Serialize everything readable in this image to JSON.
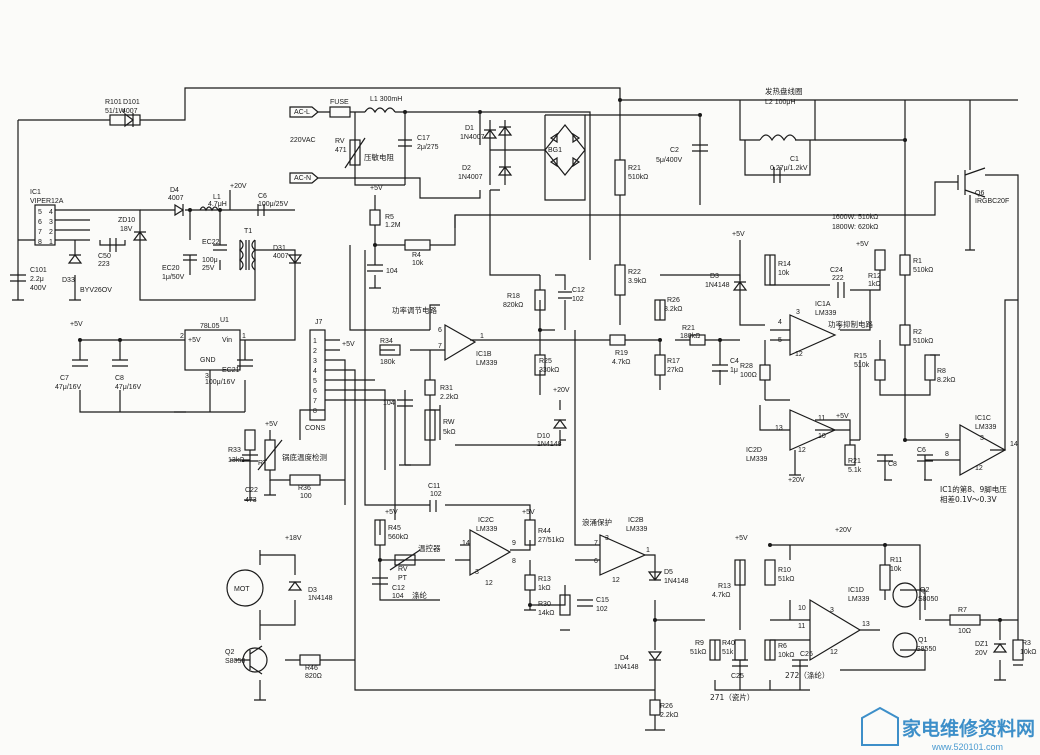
{
  "diagram": {
    "input": {
      "ac_l": "AC-L",
      "ac_n": "AC-N",
      "fuse": "FUSE",
      "vac": "220VAC",
      "l1": "L1 300mH",
      "rv_name": "RV",
      "rv_val": "471",
      "varistor": "压敏电阻",
      "c17_name": "C17",
      "c17_val": "2μ/275",
      "d1_name": "D1",
      "d1_val": "1N4007",
      "d2_name": "D2",
      "d2_val": "1N4007",
      "bg1": "BG1",
      "c2_name": "C2",
      "c2_val": "5μ/400V",
      "r21_name": "R21",
      "r21_val": "510kΩ",
      "r22_name": "R22",
      "r22_val": "3.9kΩ"
    },
    "coil": {
      "title": "发热盘线圈",
      "l2": "L2  100μH",
      "c1_name": "C1",
      "c1_val": "0.27μ/1.2kV",
      "q6_name": "Q6",
      "q6_val": "IRGBC20F",
      "power_note1": "1600W: 510kΩ",
      "power_note2": "1800W: 620kΩ"
    },
    "psu": {
      "r101_name": "R101",
      "r101_val": "51/1W",
      "d101_name": "D101",
      "d101_val": "4007",
      "ic1_name": "IC1",
      "ic1_val": "VIPER12A",
      "pins": [
        "5",
        "6",
        "7",
        "8",
        "4",
        "3",
        "2",
        "1"
      ],
      "c101_name": "C101",
      "c101_val": "2.2μ",
      "c101_v": "400V",
      "d33_name": "D33",
      "d33_val": "BYV26OV",
      "c50_name": "C50",
      "c50_val": "223",
      "zd10_name": "ZD10",
      "zd10_val": "18V",
      "d4_name": "D4",
      "d4_val": "4007",
      "l1_name": "L1",
      "l1_val": "4.7μH",
      "plus20": "+20V",
      "c6_name": "C6",
      "c6_val": "100μ/25V",
      "ec20_name": "EC20",
      "ec20_val": "1μ/50V",
      "ec22_name": "EC22",
      "ec22_val": "100μ",
      "ec22_v": "25V",
      "t1": "T1",
      "d31_name": "D31",
      "d31_val": "4007",
      "u1": "U1",
      "reg": "78L05",
      "reg_in": "+5V",
      "reg_vin": "Vin",
      "reg_gnd": "GND",
      "reg_p2": "2",
      "reg_p3": "3",
      "reg_p1": "1",
      "plus5": "+5V",
      "c7_name": "C7",
      "c7_val": "47μ/16V",
      "c8_name": "C8",
      "c8_val": "47μ/16V",
      "ec21_name": "EC21",
      "ec21_val": "100μ/16V"
    },
    "connector": {
      "j7": "J7",
      "pins": [
        "1",
        "2",
        "3",
        "4",
        "5",
        "6",
        "7",
        "8"
      ],
      "cons": "CONS",
      "plus5": "+5V"
    },
    "temp": {
      "plus5": "+5V",
      "r33_name": "R33",
      "r33_val": "13kΩ",
      "rt": "RT",
      "rt_label": "锅底温度检测",
      "r36_name": "R36",
      "r36_val": "100",
      "c22_name": "C22",
      "c22_val": "473"
    },
    "fan": {
      "plus18": "+18V",
      "mot": "MOT",
      "d3_name": "D3",
      "d3_val": "1N4148",
      "q2_name": "Q2",
      "q2_val": "S8050",
      "r46_name": "R46",
      "r46_val": "820Ω"
    },
    "power_adj": {
      "plus5": "+5V",
      "r5_name": "R5",
      "r5_val": "1.2M",
      "r4_name": "R4",
      "r4_val": "10k",
      "c104": "104",
      "label": "功率调节电路",
      "r34_name": "R34",
      "r34_val": "180k",
      "ic1b_name": "IC1B",
      "ic1b_val": "LM339",
      "r31_name": "R31",
      "r31_val": "2.2kΩ",
      "rw_name": "RW",
      "rw_val": "5kΩ",
      "c104b": "104",
      "p6": "6",
      "p7": "7",
      "p1": "1"
    },
    "mid": {
      "r18_name": "R18",
      "r18_val": "820kΩ",
      "c12_name": "C12",
      "c12_val": "102",
      "r25_name": "R25",
      "r25_val": "330kΩ",
      "plus20": "+20V",
      "d10_name": "D10",
      "d10_val": "1N4148",
      "r19_name": "R19",
      "r19_val": "4.7kΩ",
      "r26_name": "R26",
      "r26_val": "8.2kΩ",
      "r21b_name": "R21",
      "r21b_val": "180kΩ",
      "r17_name": "R17",
      "r17_val": "27kΩ",
      "c4_name": "C4",
      "c4_val": "1μ"
    },
    "suppress": {
      "plus5": "+5V",
      "d3_name": "D3",
      "d3_val": "1N4148",
      "r14_name": "R14",
      "r14_val": "10k",
      "c24_name": "C24",
      "c24_val": "222",
      "ic1a_name": "IC1A",
      "ic1a_val": "LM339",
      "label": "功率抑制电路",
      "r28_name": "R28",
      "r28_val": "100Ω",
      "plus5b": "+5V",
      "r12_name": "R12",
      "r12_val": "1kΩ",
      "r1_name": "R1",
      "r1_val": "510kΩ",
      "r2_name": "R2",
      "r2_val": "510kΩ",
      "r15_name": "R15",
      "r15_val": "510k",
      "r8_name": "R8",
      "r8_val": "8.2kΩ",
      "p4": "4",
      "p5": "5",
      "p3": "3",
      "p2": "2",
      "p12": "12"
    },
    "ic1d_low": {
      "name": "IC2D",
      "val": "LM339",
      "plus5": "+5V",
      "p13": "13",
      "p11": "11",
      "p10": "10",
      "p12": "12",
      "plus20": "+20V",
      "r21_name": "R21",
      "r21_val": "5.1k",
      "c8_name": "C8"
    },
    "ic1c": {
      "name": "IC1C",
      "val": "LM339",
      "c6_name": "C6",
      "p9": "9",
      "p8": "8",
      "p14": "14",
      "p3": "3",
      "p12": "12",
      "note1": "IC1的第8、9脚电压",
      "note2": "相差0.1V～0.3V"
    },
    "sensor": {
      "c11_name": "C11",
      "c11_val": "102",
      "plus5": "+5V",
      "r45_name": "R45",
      "r45_val": "560kΩ",
      "ic2c_name": "IC2C",
      "ic2c_val": "LM339",
      "rv_name": "RV",
      "pt": "PT",
      "sensor_label": "温控器",
      "c12_name": "C12",
      "c12_val": "104",
      "c12_note": "涤纶",
      "p14": "14",
      "p9": "9",
      "p8": "8",
      "p3": "3",
      "p12": "12",
      "plus5b": "+5V",
      "r44_name": "R44",
      "r44_val": "27/51kΩ",
      "r13_name": "R13",
      "r13_val": "1kΩ",
      "r30_name": "R30",
      "r30_val": "14kΩ"
    },
    "surge": {
      "label": "浪涌保护",
      "ic2b_name": "IC2B",
      "ic2b_val": "LM339",
      "c15_name": "C15",
      "c15_val": "102",
      "d5_name": "D5",
      "d5_val": "1N4148",
      "d4_name": "D4",
      "d4_val": "1N4148",
      "r26_name": "R26",
      "r26_val": "2.2kΩ",
      "p7": "7",
      "p6": "6",
      "p1": "1",
      "p3": "3",
      "p12": "12"
    },
    "driver": {
      "plus5": "+5V",
      "plus20": "+20V",
      "r13_name": "R13",
      "r13_val": "4.7kΩ",
      "r10_name": "R10",
      "r10_val": "51kΩ",
      "r11_name": "R11",
      "r11_val": "10k",
      "ic1d_name": "IC1D",
      "ic1d_val": "LM339",
      "q2_name": "Q2",
      "q2_val": "S8050",
      "q1_name": "Q1",
      "q1_val": "S8550",
      "r9_name": "R9",
      "r9_val": "51kΩ",
      "r40_name": "R40",
      "r40_val": "51k",
      "r6_name": "R6",
      "r6_val": "10kΩ",
      "c25_name": "C25",
      "c26_name": "C26",
      "c25_note": "271（瓷片）",
      "c26_note": "272（涤纶）",
      "r7_name": "R7",
      "r7_val": "10Ω",
      "dz1_name": "DZ1",
      "dz1_val": "20V",
      "r3_name": "R3",
      "r3_val": "10kΩ",
      "p10": "10",
      "p11": "11",
      "p13": "13",
      "p3": "3",
      "p12": "12"
    },
    "watermark": {
      "name": "家电维修资料网",
      "url": "www.520101.com"
    }
  }
}
